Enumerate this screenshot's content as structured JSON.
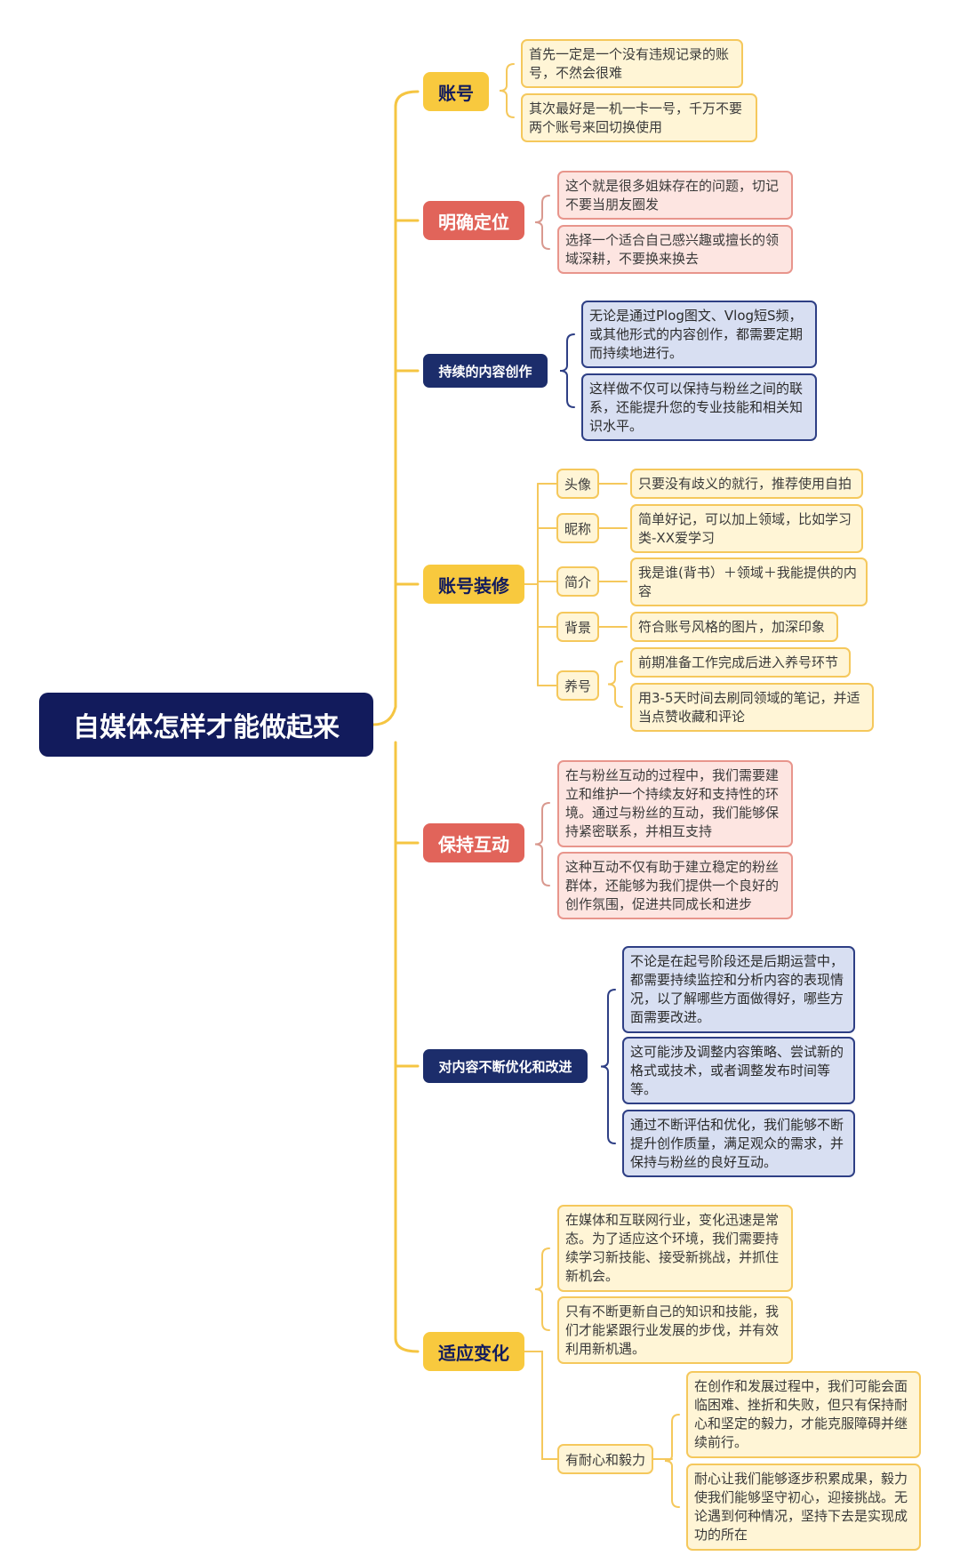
{
  "root": "自媒体怎样才能做起来",
  "branches": {
    "account": {
      "label": "账号",
      "items": [
        "首先一定是一个没有违规记录的账号，不然会很难",
        "其次最好是一机一卡一号，千万不要两个账号来回切换使用"
      ]
    },
    "positioning": {
      "label": "明确定位",
      "items": [
        "这个就是很多姐妹存在的问题，切记不要当朋友圈发",
        "选择一个适合自己感兴趣或擅长的领域深耕，不要换来换去"
      ]
    },
    "content": {
      "label": "持续的内容创作",
      "items": [
        "无论是通过Plog图文、Vlog短S频，或其他形式的内容创作，都需要定期而持续地进行。",
        "这样做不仅可以保持与粉丝之间的联系，还能提升您的专业技能和相关知识水平。"
      ]
    },
    "decoration": {
      "label": "账号装修",
      "subs": [
        {
          "label": "头像",
          "items": [
            "只要没有歧义的就行，推荐使用自拍"
          ]
        },
        {
          "label": "昵称",
          "items": [
            "简单好记，可以加上领域，比如学习类-XX爱学习"
          ]
        },
        {
          "label": "简介",
          "items": [
            "我是谁(背书）＋领域＋我能提供的内容"
          ]
        },
        {
          "label": "背景",
          "items": [
            "符合账号风格的图片，加深印象"
          ]
        },
        {
          "label": "养号",
          "items": [
            "前期准备工作完成后进入养号环节",
            "用3-5天时间去刷同领域的笔记，并适当点赞收藏和评论"
          ]
        }
      ]
    },
    "interaction": {
      "label": "保持互动",
      "items": [
        "在与粉丝互动的过程中，我们需要建立和维护一个持续友好和支持性的环境。通过与粉丝的互动，我们能够保持紧密联系，并相互支持",
        "这种互动不仅有助于建立稳定的粉丝群体，还能够为我们提供一个良好的创作氛围，促进共同成长和进步"
      ]
    },
    "optimize": {
      "label": "对内容不断优化和改进",
      "items": [
        "不论是在起号阶段还是后期运营中，都需要持续监控和分析内容的表现情况，以了解哪些方面做得好，哪些方面需要改进。",
        "这可能涉及调整内容策略、尝试新的格式或技术，或者调整发布时间等等。",
        "通过不断评估和优化，我们能够不断提升创作质量，满足观众的需求，并保持与粉丝的良好互动。"
      ]
    },
    "adapt": {
      "label": "适应变化",
      "items": [
        "在媒体和互联网行业，变化迅速是常态。为了适应这个环境，我们需要持续学习新技能、接受新挑战，并抓住新机会。",
        "只有不断更新自己的知识和技能，我们才能紧跟行业发展的步伐，并有效利用新机遇。"
      ],
      "sub": {
        "label": "有耐心和毅力",
        "items": [
          "在创作和发展过程中，我们可能会面临困难、挫折和失败，但只有保持耐心和坚定的毅力，才能克服障碍并继续前行。",
          "耐心让我们能够逐步积累成果，毅力使我们能够坚守初心，迎接挑战。无论遇到何种情况，坚持下去是实现成功的所在"
        ]
      }
    }
  },
  "colors": {
    "connector": "#f5c542",
    "yellow": "#f8c93e",
    "red": "#e1645a",
    "navy": "#1c2d6b",
    "root": "#121b5c"
  }
}
